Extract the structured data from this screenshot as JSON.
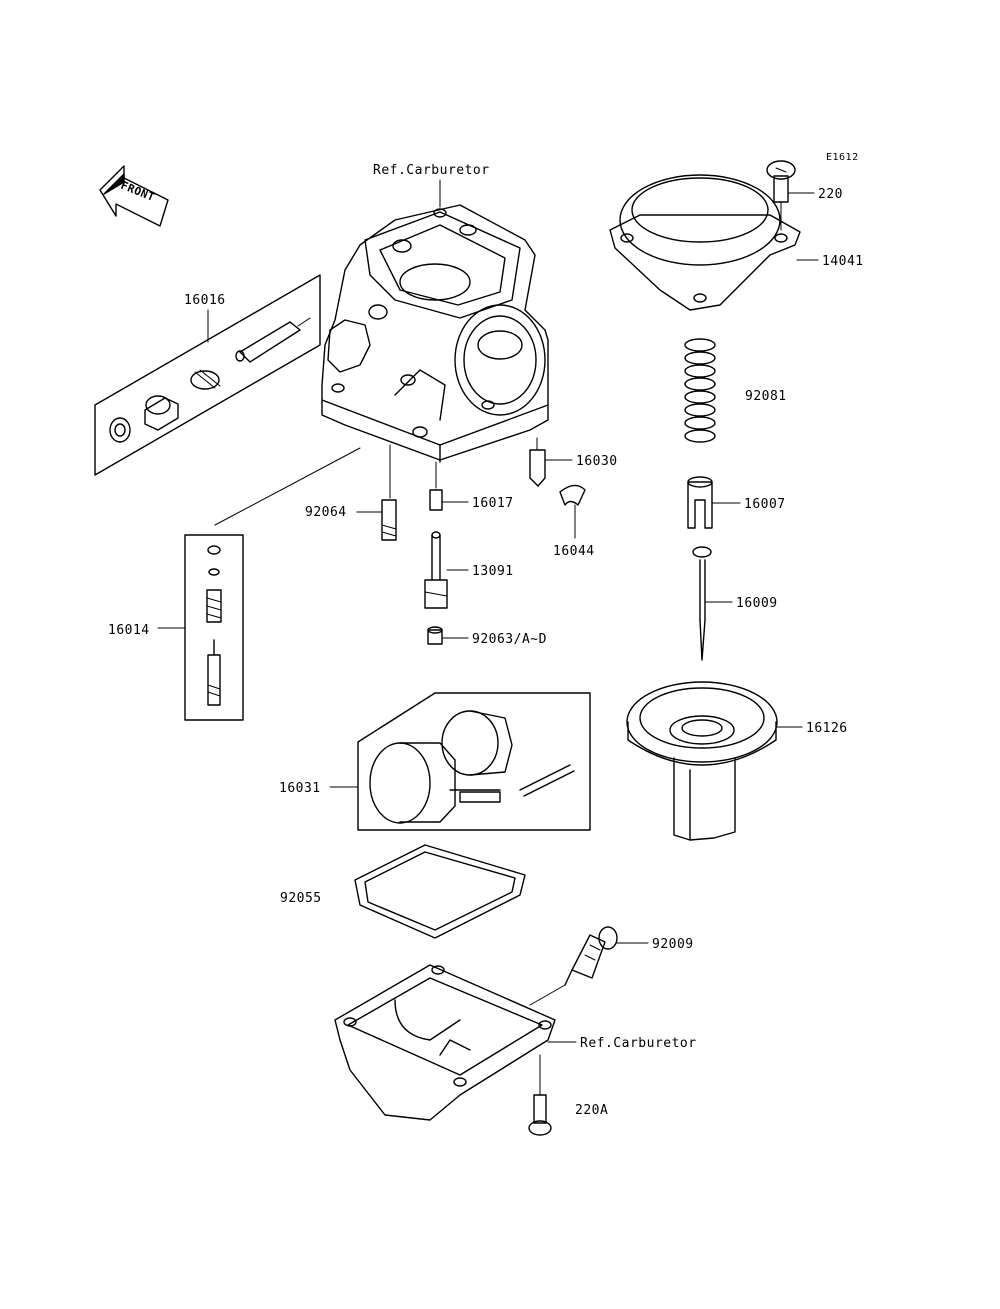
{
  "diagram_code": "E1612",
  "front_label": "FRONT",
  "parts": [
    {
      "id": "ref-carburetor-top",
      "label": "Ref.Carburetor"
    },
    {
      "id": "220",
      "label": "220"
    },
    {
      "id": "14041",
      "label": "14041"
    },
    {
      "id": "16016",
      "label": "16016"
    },
    {
      "id": "92081",
      "label": "92081"
    },
    {
      "id": "16030",
      "label": "16030"
    },
    {
      "id": "92064",
      "label": "92064"
    },
    {
      "id": "16017",
      "label": "16017"
    },
    {
      "id": "16007",
      "label": "16007"
    },
    {
      "id": "16044",
      "label": "16044"
    },
    {
      "id": "13091",
      "label": "13091"
    },
    {
      "id": "16009",
      "label": "16009"
    },
    {
      "id": "16014",
      "label": "16014"
    },
    {
      "id": "92063",
      "label": "92063/A~D"
    },
    {
      "id": "16126",
      "label": "16126"
    },
    {
      "id": "16031",
      "label": "16031"
    },
    {
      "id": "92055",
      "label": "92055"
    },
    {
      "id": "92009",
      "label": "92009"
    },
    {
      "id": "ref-carburetor-bottom",
      "label": "Ref.Carburetor"
    },
    {
      "id": "220A",
      "label": "220A"
    }
  ]
}
